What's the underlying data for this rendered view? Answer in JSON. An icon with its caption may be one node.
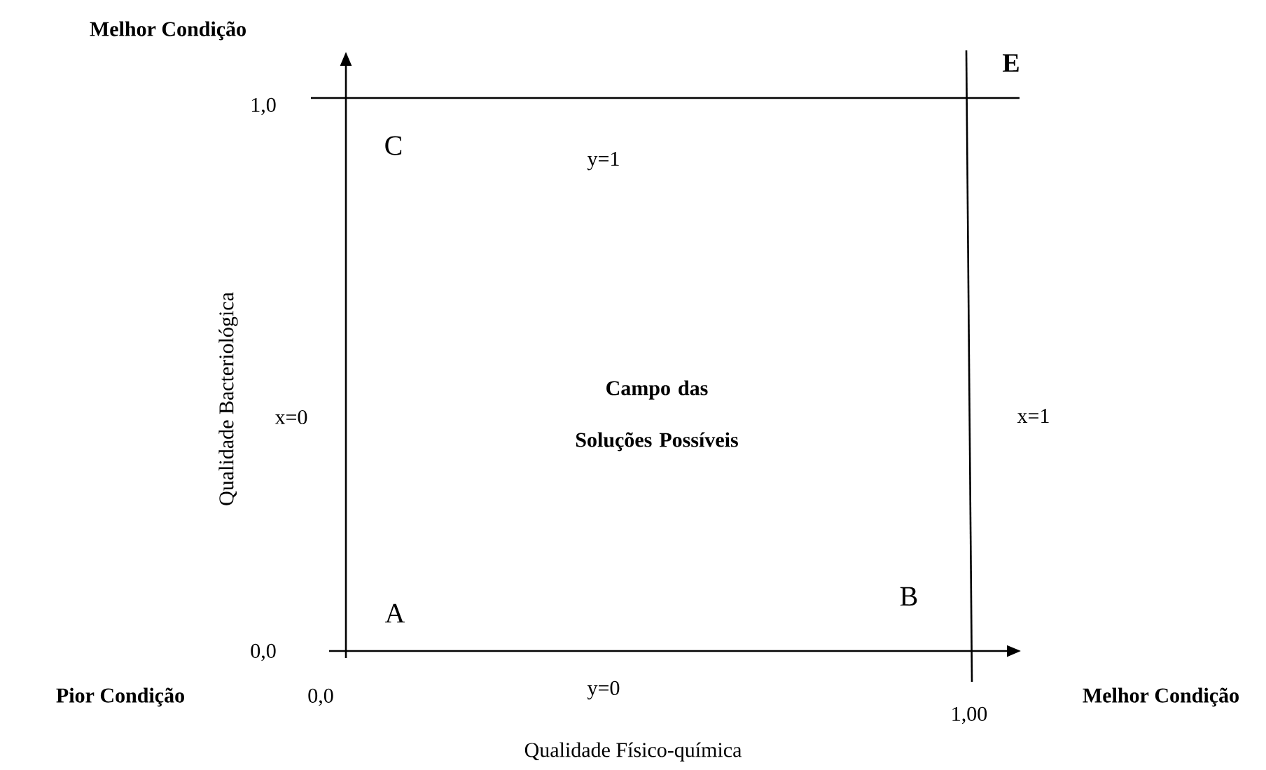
{
  "diagram": {
    "labels": [
      "Melhor Condição",
      "E",
      "1,0",
      "C",
      "y=1",
      "Qualidade Bacteriológica",
      "x=0",
      "Campo das Soluções Possíveis",
      "x=1",
      "A",
      "B",
      "0,0",
      "Pior Condição",
      "0,0",
      "y=0",
      "1,00",
      "Melhor Condição",
      "Qualidade Físico-química"
    ]
  }
}
